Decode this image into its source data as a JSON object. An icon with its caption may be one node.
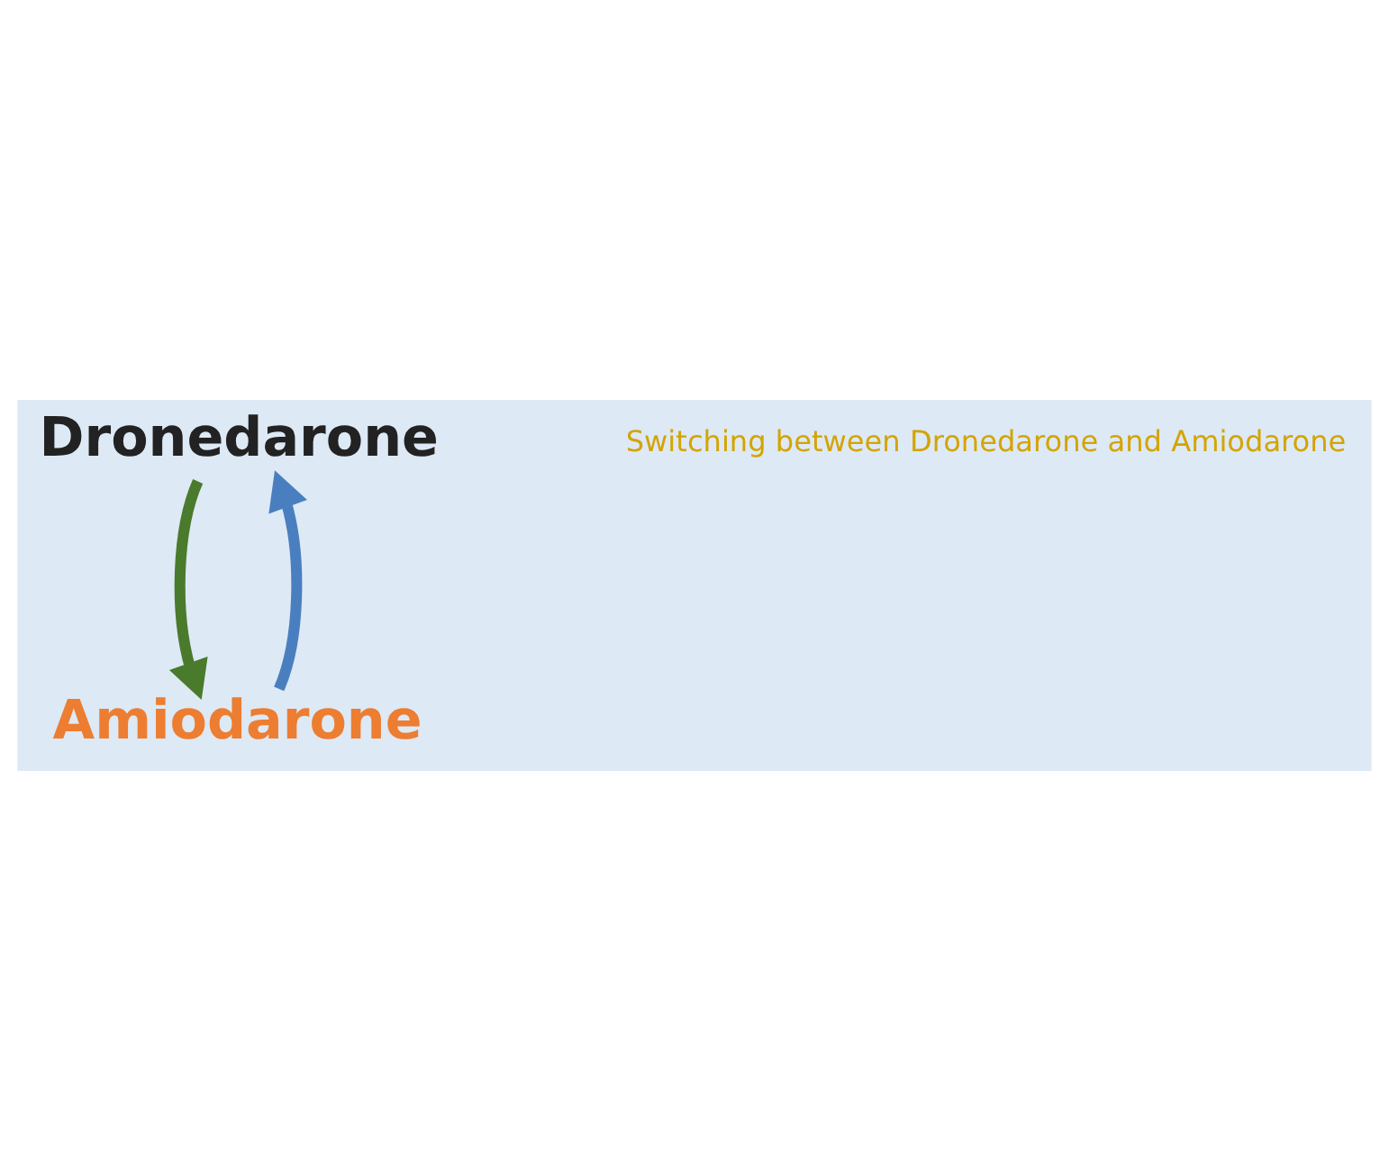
{
  "diagram": {
    "nodes": [
      {
        "text": [
          "Dronedarone"
        ]
      },
      {
        "text": [
          "Amiodarone"
        ]
      }
    ],
    "edges": [
      {
        "from": 0,
        "to": 1,
        "arrow": "to",
        "color": "#4a7a2c"
      },
      {
        "from": 1,
        "to": 0,
        "arrow": "to",
        "color": "#4a7fbf"
      }
    ],
    "labels": [
      "Switching between Dronedarone and Amiodarone"
    ]
  }
}
